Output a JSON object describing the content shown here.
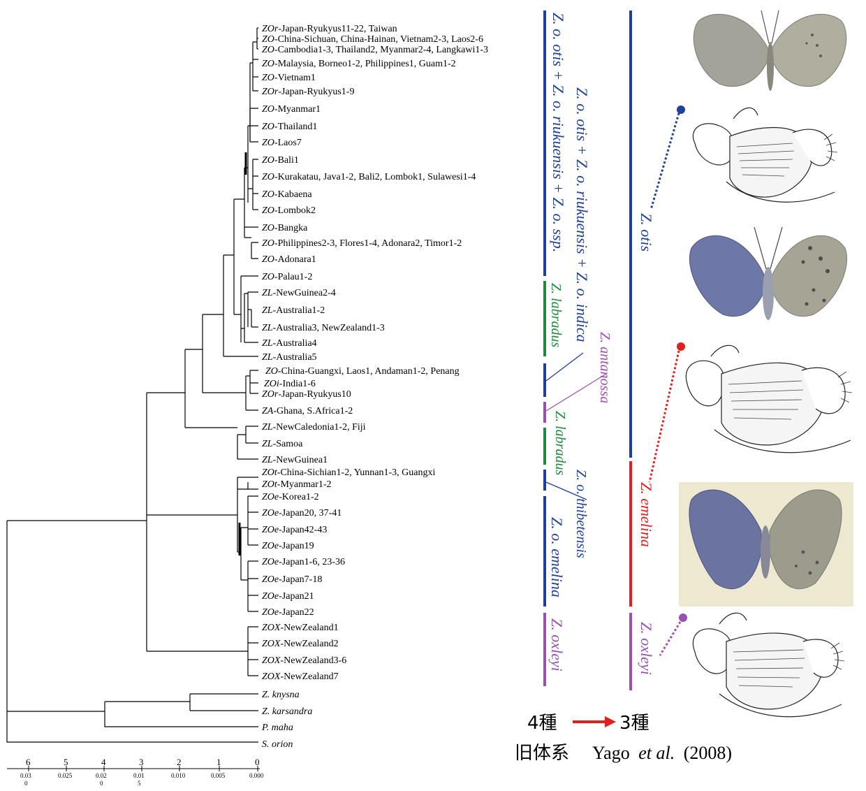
{
  "tips": [
    {
      "pre": "ZOr",
      "post": "-Japan-Ryukyus11-22, Taiwan"
    },
    {
      "pre": "ZO",
      "post": "-China-Sichuan, China-Hainan, Vietnam2-3, Laos2-6"
    },
    {
      "pre": "ZO",
      "post": "-Cambodia1-3, Thailand2, Myanmar2-4, Langkawi1-3"
    },
    {
      "pre": "ZO",
      "post": "-Malaysia, Borneo1-2, Philippines1, Guam1-2"
    },
    {
      "pre": "ZO",
      "post": "-Vietnam1"
    },
    {
      "pre": "ZOr",
      "post": "-Japan-Ryukyus1-9"
    },
    {
      "pre": "ZO",
      "post": "-Myanmar1"
    },
    {
      "pre": "ZO",
      "post": "-Thailand1"
    },
    {
      "pre": "ZO",
      "post": "-Laos7"
    },
    {
      "pre": "ZO",
      "post": "-Bali1"
    },
    {
      "pre": "ZO",
      "post": "-Kurakatau, Java1-2, Bali2, Lombok1, Sulawesi1-4"
    },
    {
      "pre": "ZO",
      "post": "-Kabaena"
    },
    {
      "pre": "ZO",
      "post": "-Lombok2"
    },
    {
      "pre": "ZO",
      "post": "-Bangka"
    },
    {
      "pre": "ZO",
      "post": "-Philippines2-3, Flores1-4, Adonara2, Timor1-2"
    },
    {
      "pre": "ZO",
      "post": "-Adonara1"
    },
    {
      "pre": "ZO",
      "post": "-Palau1-2"
    },
    {
      "pre": "ZL",
      "post": "-NewGuinea2-4"
    },
    {
      "pre": "ZL",
      "post": "-Australia1-2"
    },
    {
      "pre": "ZL",
      "post": "-Australia3, NewZealand1-3"
    },
    {
      "pre": "ZL",
      "post": "-Australia4"
    },
    {
      "pre": "ZL",
      "post": "-Australia5"
    },
    {
      "pre": "ZO",
      "post": "-China-Guangxi, Laos1, Andaman1-2, Penang"
    },
    {
      "pre": "ZOi",
      "post": "-India1-6"
    },
    {
      "pre": "ZOr",
      "post": "-Japan-Ryukyus10"
    },
    {
      "pre": "ZA",
      "post": "-Ghana, S.Africa1-2"
    },
    {
      "pre": "ZL",
      "post": "-NewCaledonia1-2, Fiji"
    },
    {
      "pre": "ZL",
      "post": "-Samoa"
    },
    {
      "pre": "ZL",
      "post": "-NewGuinea1"
    },
    {
      "pre": "ZOt",
      "post": "-China-Sichian1-2, Yunnan1-3, Guangxi"
    },
    {
      "pre": "ZOt",
      "post": "-Myanmar1-2"
    },
    {
      "pre": "ZOe",
      "post": "-Korea1-2"
    },
    {
      "pre": "ZOe",
      "post": "-Japan20, 37-41"
    },
    {
      "pre": "ZOe",
      "post": "-Japan42-43"
    },
    {
      "pre": "ZOe",
      "post": "-Japan19"
    },
    {
      "pre": "ZOe",
      "post": "-Japan1-6, 23-36"
    },
    {
      "pre": "ZOe",
      "post": "-Japan7-18"
    },
    {
      "pre": "ZOe",
      "post": "-Japan21"
    },
    {
      "pre": "ZOe",
      "post": "-Japan22"
    },
    {
      "pre": "ZOX",
      "post": "-NewZealand1"
    },
    {
      "pre": "ZOX",
      "post": "-NewZealand2"
    },
    {
      "pre": "ZOX",
      "post": "-NewZealand3-6"
    },
    {
      "pre": "ZOX",
      "post": "-NewZealand7"
    },
    {
      "pre": "Z. knysna",
      "post": ""
    },
    {
      "pre": "Z. karsandra",
      "post": ""
    },
    {
      "pre": "P. maha",
      "post": ""
    },
    {
      "pre": "S. orion",
      "post": ""
    }
  ],
  "old_system": {
    "otis_group": "Z. o. otis + Z. o. riukuensis + Z. o. ssp.",
    "otis_indica": "Z. o. otis + Z. o. riukuensis + Z. o. indica",
    "labradus_1": "Z. labradus",
    "antanossa": "Z. antanossa",
    "labradus_2": "Z. labradus",
    "thibetensis": "Z. o. thibetensis",
    "emelina": "Z. o. emelina",
    "oxleyi": "Z. oxleyi"
  },
  "new_system": {
    "otis": "Z. otis",
    "emelina": "Z. emelina",
    "oxleyi": "Z. oxleyi"
  },
  "colors": {
    "blue": "#1f3f9e",
    "green": "#1e8a3a",
    "purple": "#9b4fb0",
    "red": "#e02020",
    "arrow": "#e02020"
  },
  "legend": {
    "left": "4種",
    "right": "3種",
    "old_label": "旧体系",
    "author": "Yago",
    "etal": "et al.",
    "year": "(2008)"
  },
  "scale": {
    "big": [
      "6",
      "5",
      "4",
      "3",
      "2",
      "1",
      "0"
    ],
    "small_a": [
      "0.03",
      "0.025",
      "0.02",
      "0.01",
      "0.010",
      "0.005",
      "0.000"
    ],
    "small_b": [
      "0",
      "",
      "0",
      "5",
      "",
      "",
      ""
    ]
  }
}
